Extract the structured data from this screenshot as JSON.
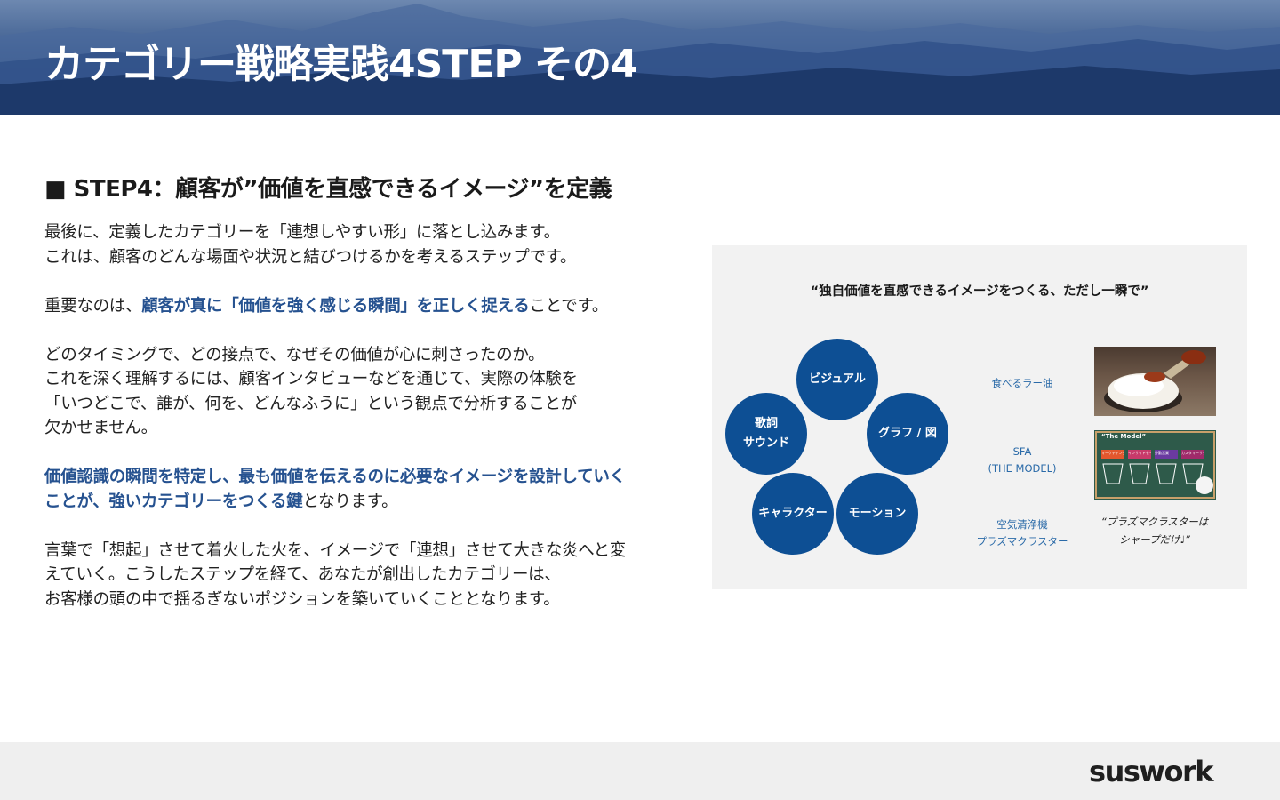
{
  "header": {
    "title": "カテゴリー戦略実践4STEP その4"
  },
  "section": {
    "title": "■ STEP4：顧客が”価値を直感できるイメージ”を定義"
  },
  "body": {
    "p1": [
      "最後に、定義したカテゴリーを「連想しやすい形」に落とし込みます。",
      "これは、顧客のどんな場面や状況と結びつけるかを考えるステップです。"
    ],
    "p2_pre": "重要なのは、",
    "p2_hl": "顧客が真に「価値を強く感じる瞬間」を正しく捉える",
    "p2_post": "ことです。",
    "p3": [
      "どのタイミングで、どの接点で、なぜその価値が心に刺さったのか。",
      "これを深く理解するには、顧客インタビューなどを通じて、実際の体験を",
      "「いつどこで、誰が、何を、どんなふうに」という観点で分析することが",
      "欠かせません。"
    ],
    "p4_hl1": "価値認識の瞬間を特定し、最も価値を伝えるのに必要なイメージを設計していく",
    "p4_hl2": "ことが、強いカテゴリーをつくる鍵",
    "p4_post": "となります。",
    "p5": [
      "言葉で「想起」させて着火した火を、イメージで「連想」させて大きな炎へと変",
      "えていく。こうしたステップを経て、あなたが創出したカテゴリーは、",
      "お客様の頭の中で揺るぎないポジションを築いていくこととなります。"
    ]
  },
  "diagram": {
    "title": "“独自価値を直感できるイメージをつくる、ただし一瞬で”",
    "circles": {
      "visual": "ビジュアル",
      "graph": "グラフ / 図",
      "motion": "モーション",
      "character": "キャラクター",
      "song1": "歌詞",
      "song2": "サウンド"
    },
    "examples": {
      "e1": "食べるラー油",
      "e2a": "SFA",
      "e2b": "(THE MODEL)",
      "e3a": "空気清浄機",
      "e3b": "プラズマクラスター"
    },
    "model_image": {
      "title": "“The Model”",
      "stages": [
        "マーケティング",
        "インサイドセールス",
        "外勤営業",
        "カスタマーサクセス"
      ]
    },
    "quote": [
      "“プラズマクラスターは",
      "シャープだけ♩”"
    ]
  },
  "footer": {
    "logo": "suswork"
  },
  "colors": {
    "accent": "#0d4f94",
    "highlight": "#265290",
    "example_text": "#2a6aa8"
  }
}
